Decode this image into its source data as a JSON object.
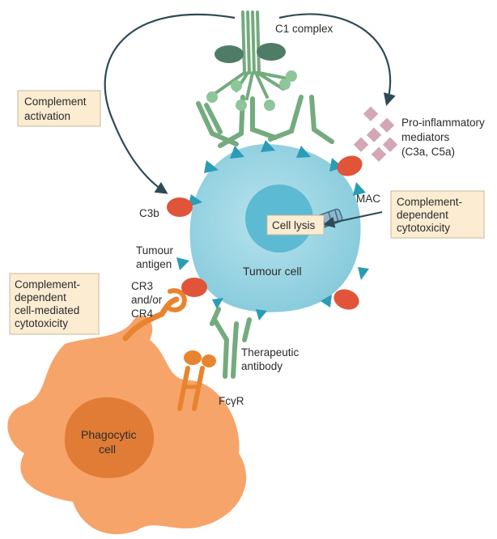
{
  "labels": {
    "c1_complex": "C1 complex",
    "complement_activation_1": "Complement",
    "complement_activation_2": "activation",
    "pro_inflammatory_1": "Pro-inflammatory",
    "pro_inflammatory_2": "mediators",
    "pro_inflammatory_3": "(C3a, C5a)",
    "c3b": "C3b",
    "mac": "MAC",
    "cdc_1": "Complement-",
    "cdc_2": "dependent",
    "cdc_3": "cytotoxicity",
    "cell_lysis": "Cell lysis",
    "tumour_antigen_1": "Tumour",
    "tumour_antigen_2": "antigen",
    "tumour_cell": "Tumour cell",
    "cdcc_1": "Complement-",
    "cdcc_2": "dependent",
    "cdcc_3": "cell-mediated",
    "cdcc_4": "cytotoxicity",
    "cr_1": "CR3",
    "cr_2": "and/or",
    "cr_3": "CR4",
    "therapeutic_1": "Therapeutic",
    "therapeutic_2": "antibody",
    "fcr": "FcγR",
    "phagocytic_1": "Phagocytic",
    "phagocytic_2": "cell"
  },
  "colors": {
    "tumour_cell": "#8fd0e0",
    "tumour_nucleus": "#5cbad2",
    "antibody": "#74ab7e",
    "c1_complex_dark": "#4f7c67",
    "c1_stalk": "#6ea57a",
    "c3b": "#e0553a",
    "antigen": "#2a9cb6",
    "phagocyte": "#f6a46a",
    "phagocyte_nucleus": "#e07c36",
    "receptor": "#e8842f",
    "mediator": "#d4a7b6",
    "label_box": "#fbecd2",
    "arrow": "#2d4a55"
  }
}
